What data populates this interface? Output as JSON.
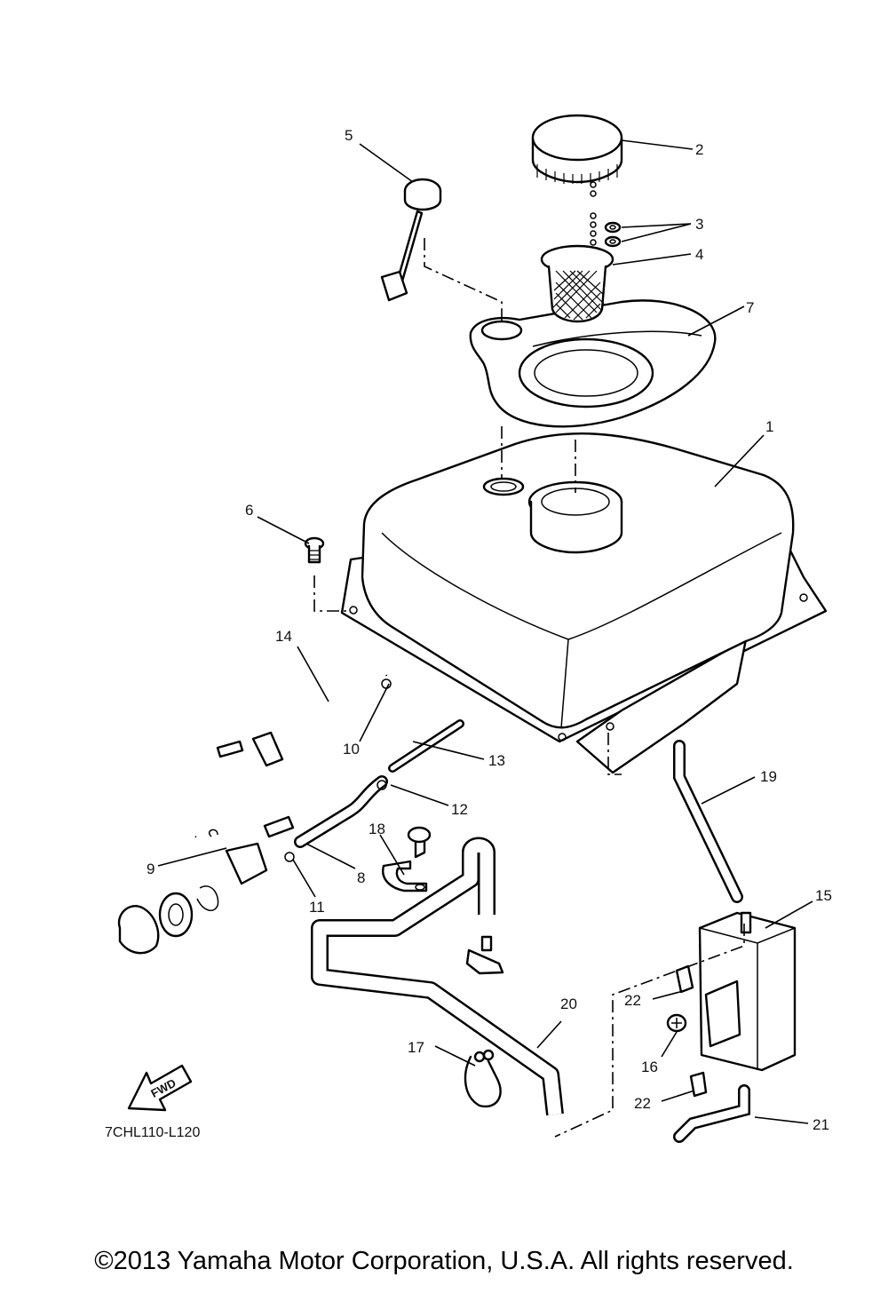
{
  "diagram": {
    "drawing_code": "7CHL110-L120",
    "fwd_label": "FWD",
    "callouts": [
      "1",
      "2",
      "3",
      "4",
      "5",
      "6",
      "7",
      "8",
      "9",
      "10",
      "11",
      "12",
      "13",
      "14",
      "15",
      "16",
      "17",
      "18",
      "19",
      "20",
      "21",
      "22",
      "22"
    ]
  },
  "footer": {
    "copyright": "©2013 Yamaha Motor Corporation, U.S.A. All rights reserved."
  }
}
